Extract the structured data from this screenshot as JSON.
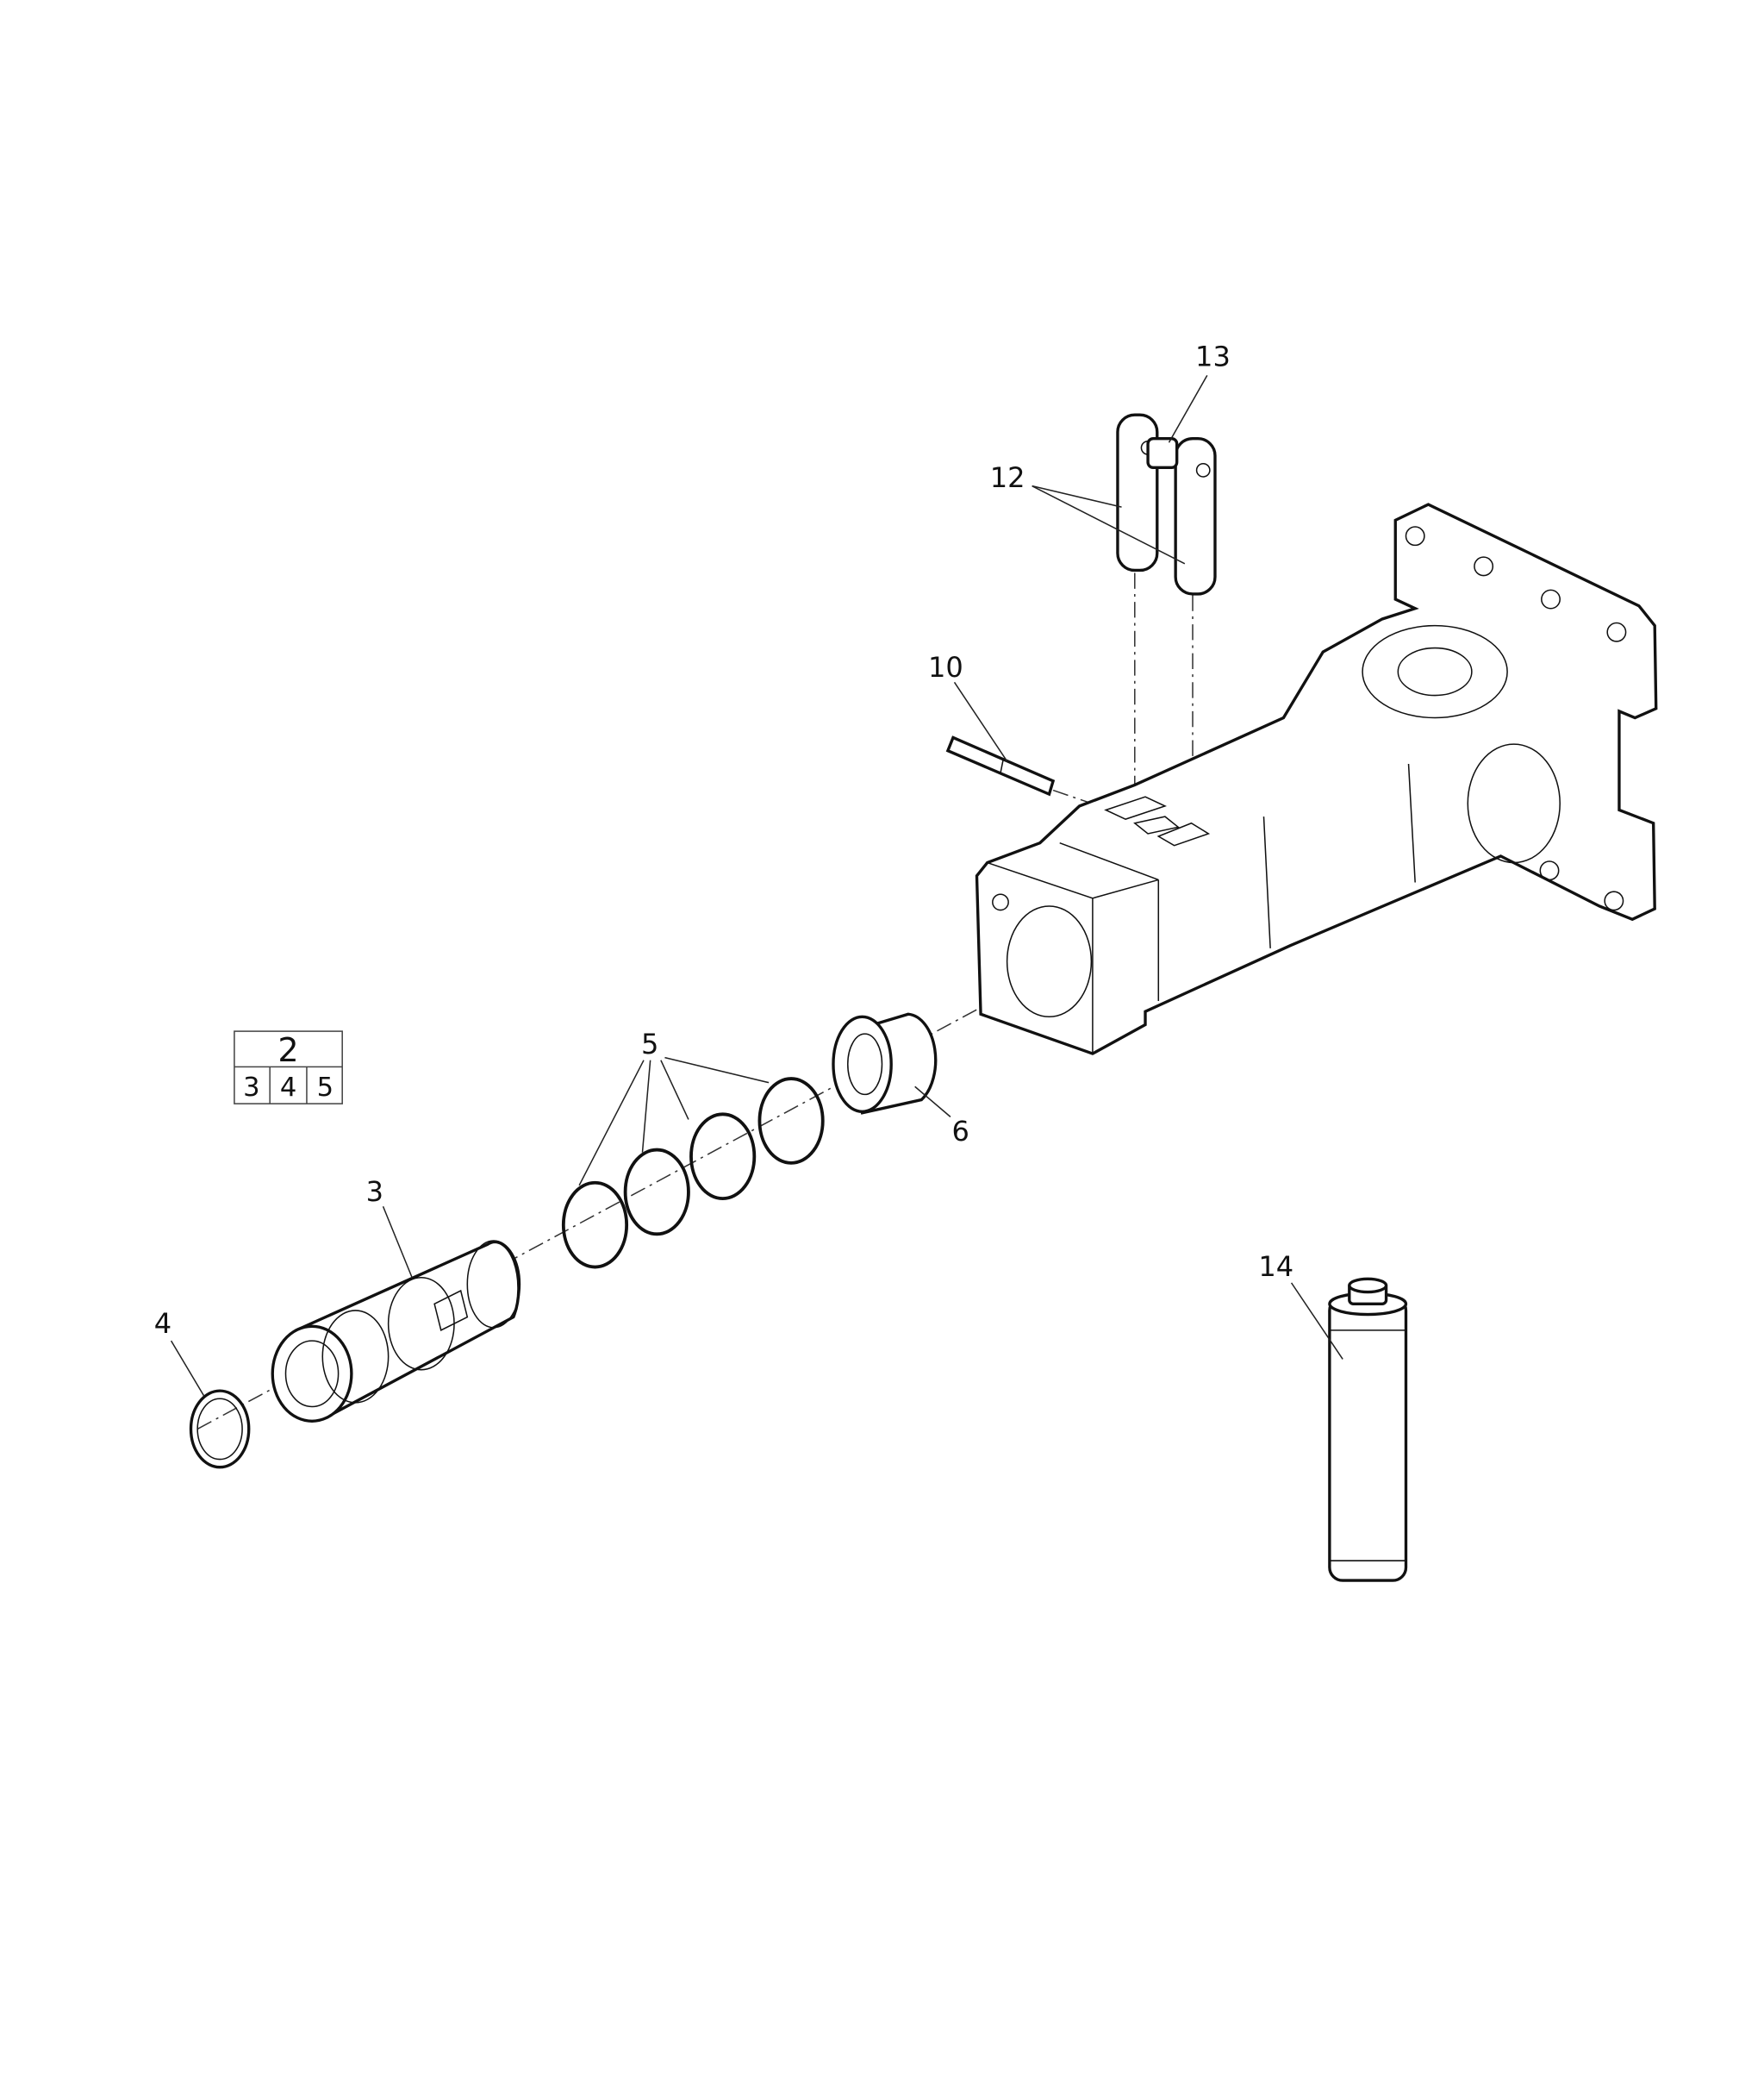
{
  "callouts": {
    "c13": "13",
    "c12": "12",
    "c10": "10",
    "c5": "5",
    "c6": "6",
    "c3": "3",
    "c4": "4",
    "c14": "14"
  },
  "kit_box": {
    "title": "2",
    "items": [
      "3",
      "4",
      "5"
    ]
  }
}
